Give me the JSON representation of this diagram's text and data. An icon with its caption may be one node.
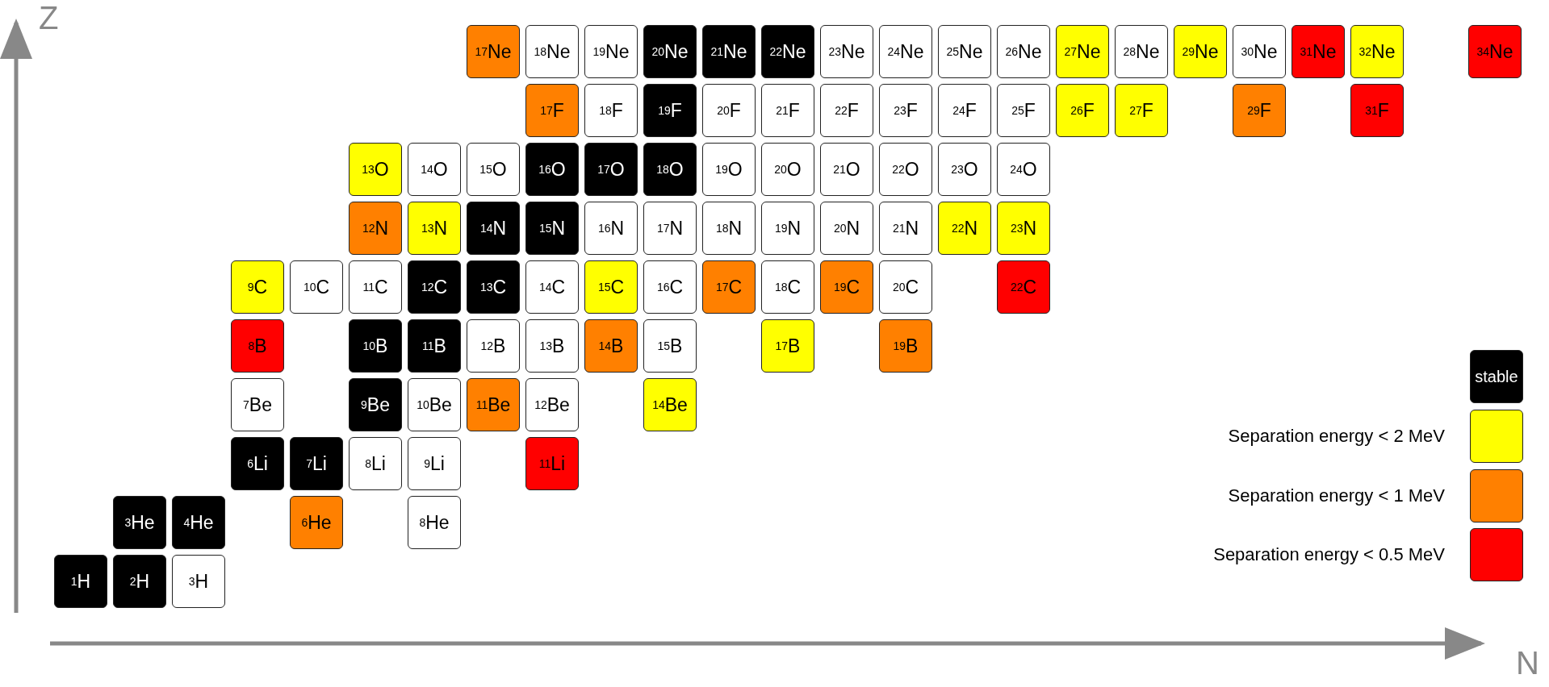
{
  "diagram": {
    "nodes": [
      {
        "text": [
          "$^{17}$Ne"
        ]
      },
      {
        "text": [
          "$^{18}$Ne"
        ]
      },
      {
        "text": [
          "$^{19}$Ne"
        ]
      },
      {
        "text": [
          "$^{20}$Ne"
        ]
      },
      {
        "text": [
          "$^{21}$Ne"
        ]
      },
      {
        "text": [
          "$^{22}$Ne"
        ]
      },
      {
        "text": [
          "$^{23}$Ne"
        ]
      },
      {
        "text": [
          "$^{24}$Ne"
        ]
      },
      {
        "text": [
          "$^{25}$Ne"
        ]
      },
      {
        "text": [
          "$^{26}$Ne"
        ]
      },
      {
        "text": [
          "$^{27}$Ne"
        ]
      },
      {
        "text": [
          "$^{28}$Ne"
        ]
      },
      {
        "text": [
          "$^{29}$Ne"
        ]
      },
      {
        "text": [
          "$^{30}$Ne"
        ]
      },
      {
        "text": [
          "$^{31}$Ne"
        ]
      },
      {
        "text": [
          "$^{32}$Ne"
        ]
      },
      {
        "text": [
          "$^{34}$Ne"
        ]
      },
      {
        "text": [
          "$^{17}$F"
        ]
      },
      {
        "text": [
          "$^{18}$F"
        ]
      },
      {
        "text": [
          "$^{19}$F"
        ]
      },
      {
        "text": [
          "$^{20}$F"
        ]
      },
      {
        "text": [
          "$^{21}$F"
        ]
      },
      {
        "text": [
          "$^{22}$F"
        ]
      },
      {
        "text": [
          "$^{23}$F"
        ]
      },
      {
        "text": [
          "$^{24}$F"
        ]
      },
      {
        "text": [
          "$^{25}$F"
        ]
      },
      {
        "text": [
          "$^{26}$F"
        ]
      },
      {
        "text": [
          "$^{27}$F"
        ]
      },
      {
        "text": [
          "$^{29}$F"
        ]
      },
      {
        "text": [
          "$^{31}$F"
        ]
      },
      {
        "text": [
          "$^{13}$O"
        ]
      },
      {
        "text": [
          "$^{14}$O"
        ]
      },
      {
        "text": [
          "$^{15}$O"
        ]
      },
      {
        "text": [
          "$^{16}$O"
        ]
      },
      {
        "text": [
          "$^{17}$O"
        ]
      },
      {
        "text": [
          "$^{18}$O"
        ]
      },
      {
        "text": [
          "$^{19}$O"
        ]
      },
      {
        "text": [
          "$^{20}$O"
        ]
      },
      {
        "text": [
          "$^{21}$O"
        ]
      },
      {
        "text": [
          "$^{22}$O"
        ]
      },
      {
        "text": [
          "$^{23}$O"
        ]
      },
      {
        "text": [
          "$^{24}$O"
        ]
      },
      {
        "text": [
          "$^{12}$N"
        ]
      },
      {
        "text": [
          "$^{13}$N"
        ]
      },
      {
        "text": [
          "$^{14}$N"
        ]
      },
      {
        "text": [
          "$^{15}$N"
        ]
      },
      {
        "text": [
          "$^{16}$N"
        ]
      },
      {
        "text": [
          "$^{17}$N"
        ]
      },
      {
        "text": [
          "$^{18}$N"
        ]
      },
      {
        "text": [
          "$^{19}$N"
        ]
      },
      {
        "text": [
          "$^{20}$N"
        ]
      },
      {
        "text": [
          "$^{21}$N"
        ]
      },
      {
        "text": [
          "$^{22}$N"
        ]
      },
      {
        "text": [
          "$^{23}$N"
        ]
      },
      {
        "text": [
          "$^{9}$C"
        ]
      },
      {
        "text": [
          "$^{10}$C"
        ]
      },
      {
        "text": [
          "$^{11}$C"
        ]
      },
      {
        "text": [
          "$^{12}$C"
        ]
      },
      {
        "text": [
          "$^{13}$C"
        ]
      },
      {
        "text": [
          "$^{14}$C"
        ]
      },
      {
        "text": [
          "$^{15}$C"
        ]
      },
      {
        "text": [
          "$^{16}$C"
        ]
      },
      {
        "text": [
          "$^{17}$C"
        ]
      },
      {
        "text": [
          "$^{18}$C"
        ]
      },
      {
        "text": [
          "$^{19}$C"
        ]
      },
      {
        "text": [
          "$^{20}$C"
        ]
      },
      {
        "text": [
          "$^{22}$C"
        ]
      },
      {
        "text": [
          "$^{8}$B"
        ]
      },
      {
        "text": [
          "$^{10}$B"
        ]
      },
      {
        "text": [
          "$^{11}$B"
        ]
      },
      {
        "text": [
          "$^{12}$B"
        ]
      },
      {
        "text": [
          "$^{13}$B"
        ]
      },
      {
        "text": [
          "$^{14}$B"
        ]
      },
      {
        "text": [
          "$^{15}$B"
        ]
      },
      {
        "text": [
          "$^{17}$B"
        ]
      },
      {
        "text": [
          "$^{19}$B"
        ]
      },
      {
        "text": [
          "$^{7}$Be"
        ]
      },
      {
        "text": [
          "$^{9}$Be"
        ]
      },
      {
        "text": [
          "$^{10}$Be"
        ]
      },
      {
        "text": [
          "$^{11}$Be"
        ]
      },
      {
        "text": [
          "$^{12}$Be"
        ]
      },
      {
        "text": [
          "$^{14}$Be"
        ]
      },
      {
        "text": [
          "$^{6}$Li"
        ]
      },
      {
        "text": [
          "$^{7}$Li"
        ]
      },
      {
        "text": [
          "$^{8}$Li"
        ]
      },
      {
        "text": [
          "$^{9}$Li"
        ]
      },
      {
        "text": [
          "$^{11}$Li"
        ]
      },
      {
        "text": [
          "$^{3}$He"
        ]
      },
      {
        "text": [
          "$^{4}$He"
        ]
      },
      {
        "text": [
          "$^{6}$He"
        ]
      },
      {
        "text": [
          "$^{8}$He"
        ]
      },
      {
        "text": [
          "$^{1}$H"
        ]
      },
      {
        "text": [
          "$^{2}$H"
        ]
      },
      {
        "text": [
          "$^{3}$H"
        ]
      }
    ],
    "edges": [],
    "labels": [
      "Z",
      "N"
    ],
    "legend": [
      {
        "text": "stable",
        "color": "#000000"
      },
      {
        "text": "Separation energy < 2 MeV",
        "color": "#ffff00"
      },
      {
        "text": "Separation energy < 1 MeV",
        "color": "#ff8000"
      },
      {
        "text": "Separation energy < 0.5 MeV",
        "color": "#ff0000"
      }
    ]
  }
}
